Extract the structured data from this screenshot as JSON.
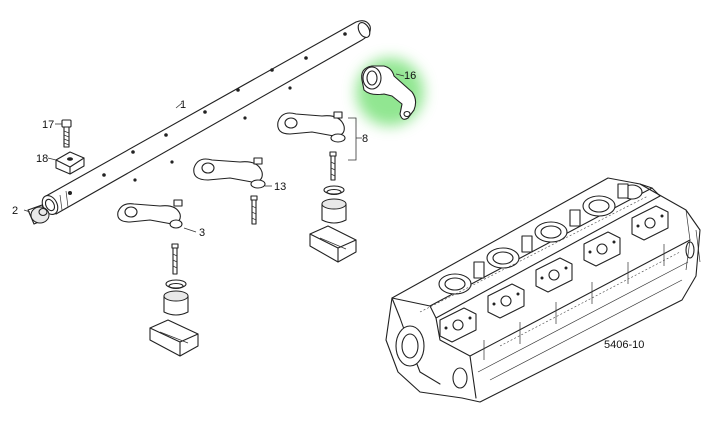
{
  "figure_code": "5406-10",
  "highlight_color": "#7ee27e",
  "callouts": {
    "c1": "1",
    "c2": "2",
    "c3": "3",
    "c8": "8",
    "c13": "13",
    "c16": "16",
    "c17": "17",
    "c18": "18"
  }
}
